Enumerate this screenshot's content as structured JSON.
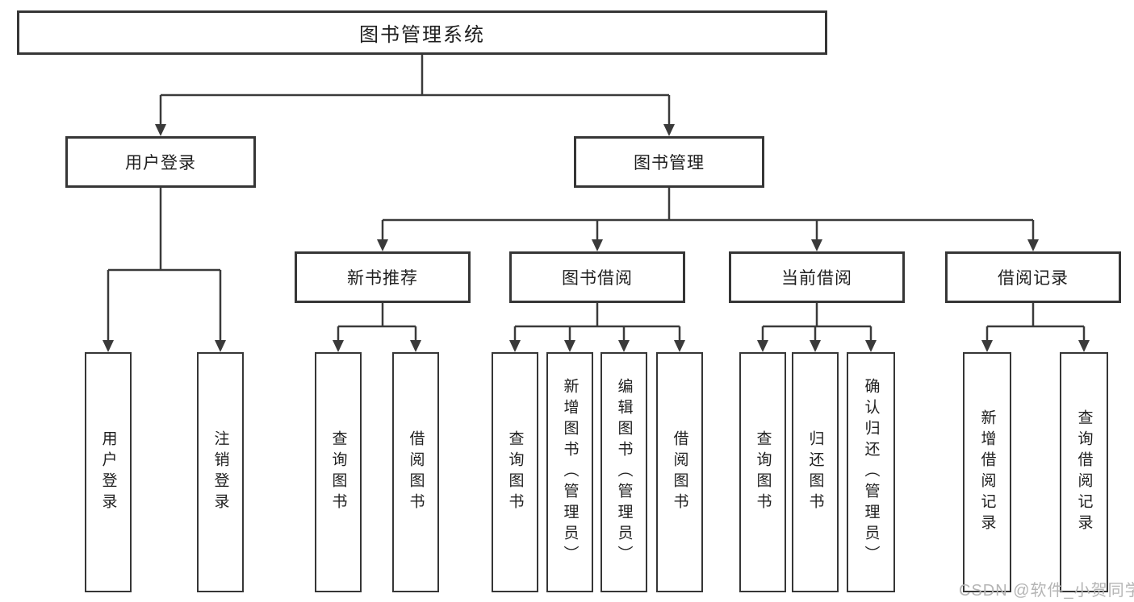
{
  "root": {
    "label": "图书管理系统"
  },
  "branches": {
    "userLogin": {
      "label": "用户登录"
    },
    "bookManagement": {
      "label": "图书管理"
    }
  },
  "modules": {
    "newBookRecommend": {
      "label": "新书推荐"
    },
    "bookBorrow": {
      "label": "图书借阅"
    },
    "currentBorrow": {
      "label": "当前借阅"
    },
    "borrowRecord": {
      "label": "借阅记录"
    }
  },
  "functions": {
    "userLogin": [
      "用户登录",
      "注销登录"
    ],
    "newBookRecommend": [
      "查询图书",
      "借阅图书"
    ],
    "bookBorrow": [
      "查询图书",
      "新增图书（管理员）",
      "编辑图书（管理员）",
      "借阅图书"
    ],
    "currentBorrow": [
      "查询图书",
      "归还图书",
      "确认归还（管理员）"
    ],
    "borrowRecord": [
      "新增借阅记录",
      "查询借阅记录"
    ]
  },
  "watermark": "CSDN @软件_小贺同学",
  "colors": {
    "line": "#3a3a3a",
    "text": "#1f1f1f",
    "box_background": "#ffffff",
    "watermark": "#b5b5b5",
    "background": "#ffffff"
  }
}
